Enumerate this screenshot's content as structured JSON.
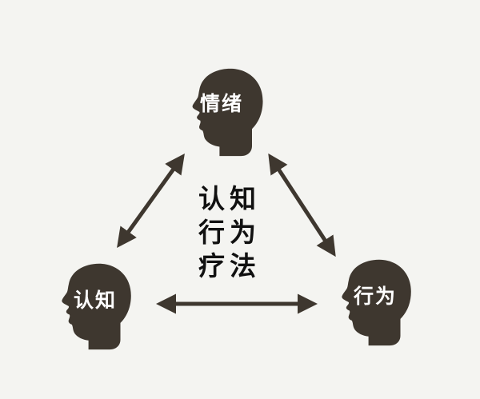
{
  "nodes": {
    "emotion": {
      "label": "情绪"
    },
    "cognition": {
      "label": "认知"
    },
    "behavior": {
      "label": "行为"
    }
  },
  "center": {
    "lines": [
      "认知",
      "行为",
      "疗法"
    ]
  },
  "colors": {
    "head": "#3e372f",
    "arrow": "#3e372f",
    "background": "#f4f4f1",
    "center_text": "#111111",
    "label_text": "#ffffff"
  },
  "edges": [
    {
      "from": "emotion",
      "to": "cognition",
      "bidirectional": true
    },
    {
      "from": "emotion",
      "to": "behavior",
      "bidirectional": true
    },
    {
      "from": "cognition",
      "to": "behavior",
      "bidirectional": true
    }
  ]
}
